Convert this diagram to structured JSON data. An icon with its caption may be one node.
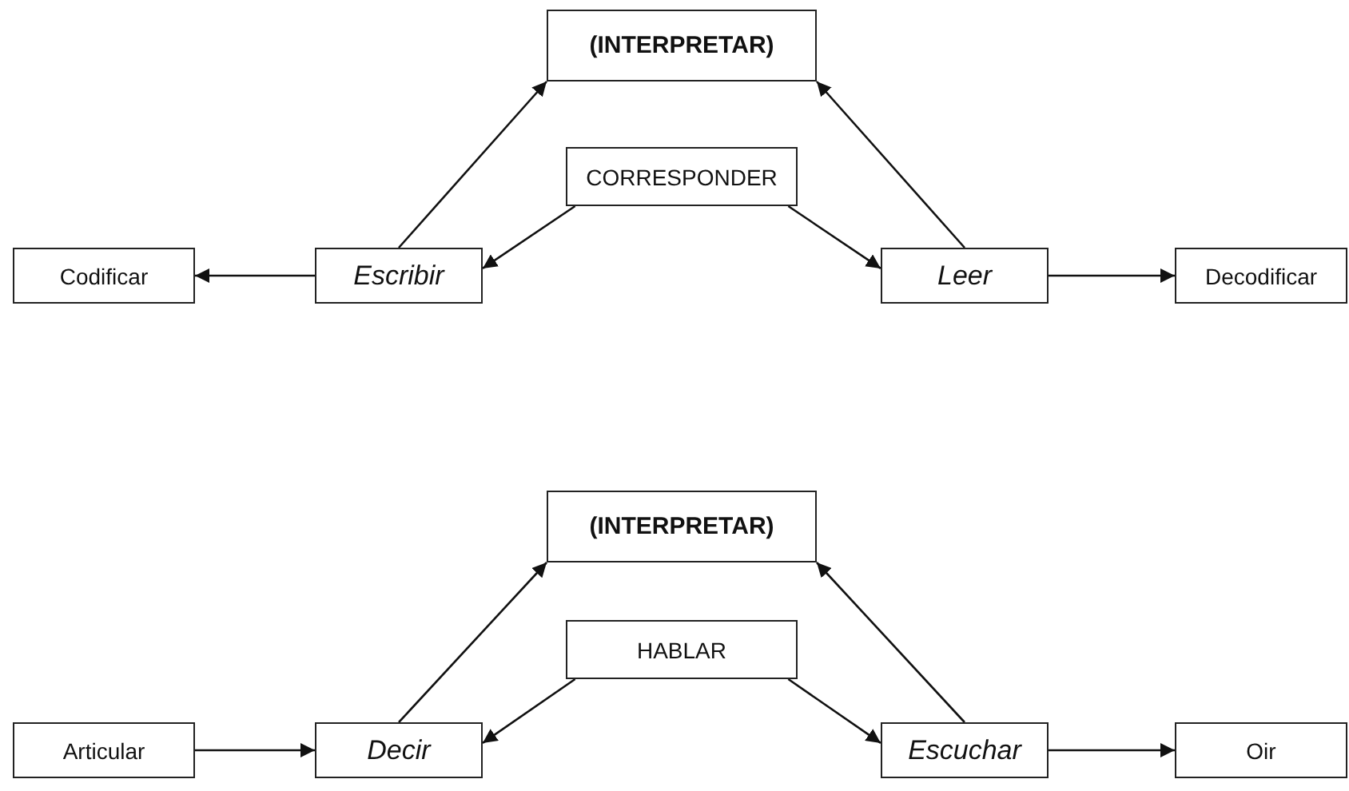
{
  "diagram": {
    "nodes": [
      {
        "text": [
          "(INTERPRETAR)"
        ]
      },
      {
        "text": [
          "CORRESPONDER"
        ]
      },
      {
        "text": [
          "Codificar"
        ]
      },
      {
        "text": [
          "Escribir"
        ]
      },
      {
        "text": [
          "Leer"
        ]
      },
      {
        "text": [
          "Decodificar"
        ]
      },
      {
        "text": [
          "(INTERPRETAR)"
        ]
      },
      {
        "text": [
          "HABLAR"
        ]
      },
      {
        "text": [
          "Articular"
        ]
      },
      {
        "text": [
          "Decir"
        ]
      },
      {
        "text": [
          "Escuchar"
        ]
      },
      {
        "text": [
          "Oir"
        ]
      }
    ],
    "edges": [
      {
        "from": 3,
        "to": 0,
        "arrow": "to"
      },
      {
        "from": 4,
        "to": 0,
        "arrow": "to"
      },
      {
        "from": 1,
        "to": 3,
        "arrow": "to"
      },
      {
        "from": 1,
        "to": 4,
        "arrow": "to"
      },
      {
        "from": 3,
        "to": 2,
        "arrow": "to"
      },
      {
        "from": 4,
        "to": 5,
        "arrow": "to"
      },
      {
        "from": 9,
        "to": 6,
        "arrow": "to"
      },
      {
        "from": 10,
        "to": 6,
        "arrow": "to"
      },
      {
        "from": 7,
        "to": 9,
        "arrow": "to"
      },
      {
        "from": 7,
        "to": 10,
        "arrow": "to"
      },
      {
        "from": 8,
        "to": 9,
        "arrow": "to"
      },
      {
        "from": 10,
        "to": 11,
        "arrow": "to"
      }
    ]
  }
}
